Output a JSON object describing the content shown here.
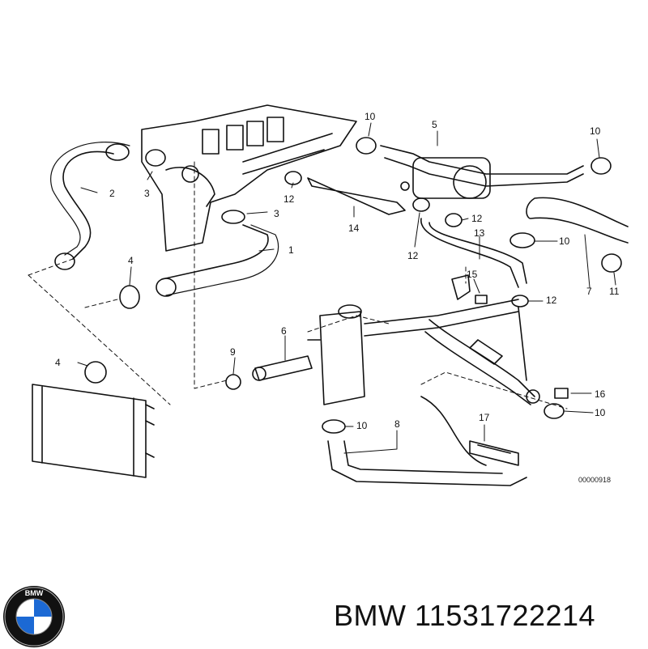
{
  "diagram": {
    "labels": [
      "1",
      "2",
      "3",
      "3",
      "4",
      "4",
      "5",
      "6",
      "7",
      "8",
      "9",
      "10",
      "10",
      "10",
      "10",
      "10",
      "11",
      "12",
      "12",
      "12",
      "12",
      "13",
      "14",
      "15",
      "16",
      "17"
    ],
    "image_code": "00000918"
  },
  "footer": {
    "logo_text": "BMW",
    "brand": "BMW",
    "part_number": "11531722214",
    "colors": {
      "logo_blue": "#1c69d4",
      "logo_ring": "#111111"
    }
  }
}
